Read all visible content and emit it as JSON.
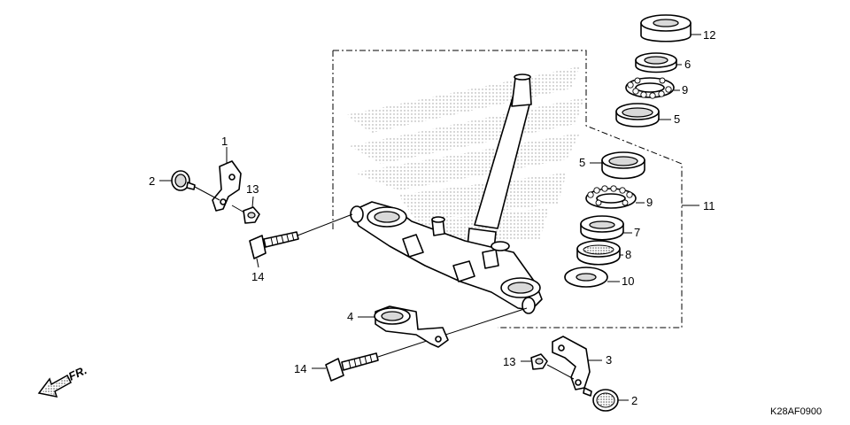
{
  "diagram": {
    "drawing_code": "K28AF0900",
    "direction_label": "FR.",
    "callouts": [
      {
        "id": "c1",
        "text": "1"
      },
      {
        "id": "c2a",
        "text": "2"
      },
      {
        "id": "c2b",
        "text": "2"
      },
      {
        "id": "c3",
        "text": "3"
      },
      {
        "id": "c4",
        "text": "4"
      },
      {
        "id": "c5a",
        "text": "5"
      },
      {
        "id": "c5b",
        "text": "5"
      },
      {
        "id": "c6",
        "text": "6"
      },
      {
        "id": "c7",
        "text": "7"
      },
      {
        "id": "c8",
        "text": "8"
      },
      {
        "id": "c9a",
        "text": "9"
      },
      {
        "id": "c9b",
        "text": "9"
      },
      {
        "id": "c10",
        "text": "10"
      },
      {
        "id": "c11",
        "text": "11"
      },
      {
        "id": "c12",
        "text": "12"
      },
      {
        "id": "c13a",
        "text": "13"
      },
      {
        "id": "c13b",
        "text": "13"
      },
      {
        "id": "c14a",
        "text": "14"
      },
      {
        "id": "c14b",
        "text": "14"
      }
    ]
  }
}
